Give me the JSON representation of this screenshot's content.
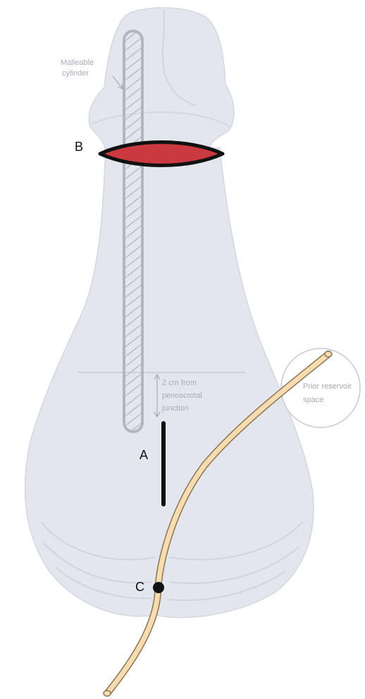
{
  "labels": {
    "malleable_cylinder": [
      "Malleable",
      "cylinder"
    ],
    "distance_note": [
      "2 cm from",
      "penoscrotal",
      "junction"
    ],
    "prior_reservoir": [
      "Prior reservoir",
      "space"
    ],
    "point_a": "A",
    "point_b": "B",
    "point_c": "C"
  },
  "colors": {
    "body_fill": "#e3e6ed",
    "body_shade": "#d3d7e1",
    "outline": "#c9ccd6",
    "cylinder": "#b3b6bf",
    "incision_b": "#c9393f",
    "tubing": "#f6dcb0",
    "tubing_edge": "#8d7452",
    "marker": "#111111"
  }
}
